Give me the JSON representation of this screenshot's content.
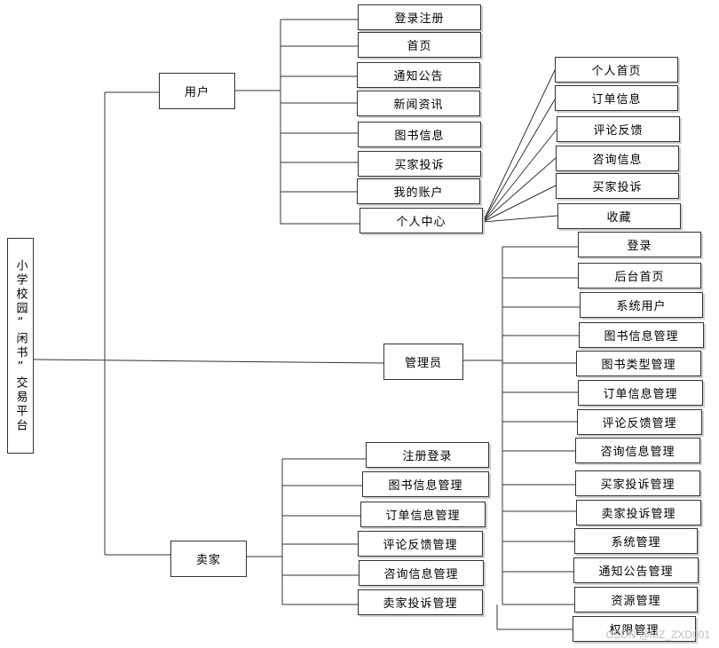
{
  "root": "小学校园“闲书”交易平台",
  "roles": {
    "user": "用户",
    "admin": "管理员",
    "seller": "卖家"
  },
  "user_items": [
    "登录注册",
    "首页",
    "通知公告",
    "新闻资讯",
    "图书信息",
    "买家投诉",
    "我的账户",
    "个人中心"
  ],
  "personal_center_items": [
    "个人首页",
    "订单信息",
    "评论反馈",
    "咨询信息",
    "买家投诉",
    "收藏"
  ],
  "admin_items": [
    "登录",
    "后台首页",
    "系统用户",
    "图书信息管理",
    "图书类型管理",
    "订单信息管理",
    "评论反馈管理",
    "咨询信息管理",
    "买家投诉管理",
    "卖家投诉管理",
    "系统管理",
    "通知公告管理",
    "资源管理",
    "权限管理"
  ],
  "seller_items": [
    "注册登录",
    "图书信息管理",
    "订单信息管理",
    "评论反馈管理",
    "咨询信息管理",
    "卖家投诉管理"
  ],
  "watermark": "CSDN @MZ_ZXD001"
}
